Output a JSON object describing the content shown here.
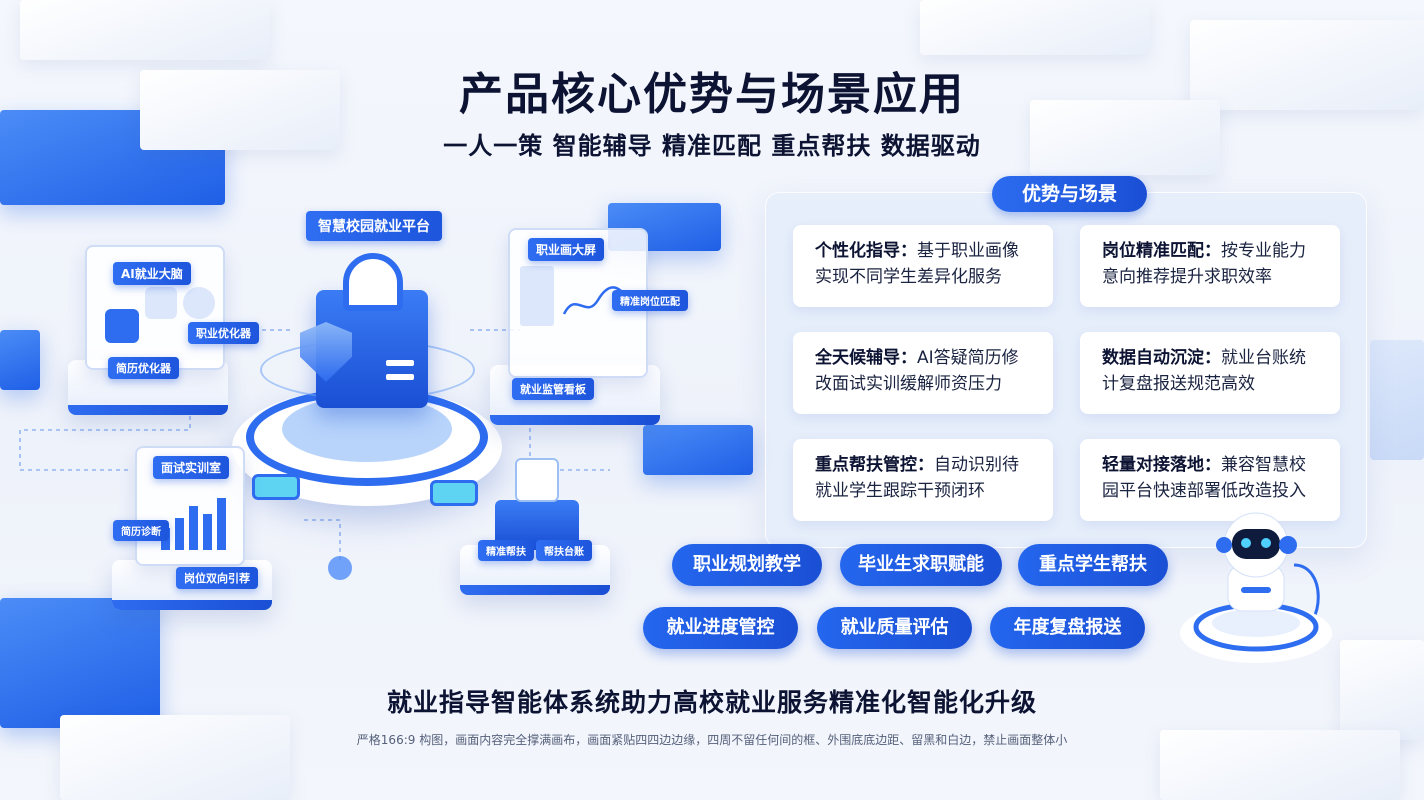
{
  "title": "产品核心优势与场景应用",
  "subtitle": "一人一策 智能辅导 精准匹配 重点帮扶 数据驱动",
  "panel": {
    "tag": "优势与场景",
    "cards": [
      {
        "title": "个性化指导：",
        "text_1": "基于职业画像",
        "text_2": "实现不同学生差异化服务"
      },
      {
        "title": "岗位精准匹配：",
        "text_1": "按专业能力",
        "text_2": "意向推荐提升求职效率"
      },
      {
        "title": "全天候辅导：",
        "text_1": "AI答疑简历修",
        "text_2": "改面试实训缓解师资压力"
      },
      {
        "title": "数据自动沉淀：",
        "text_1": "就业台账统",
        "text_2": "计复盘报送规范高效"
      },
      {
        "title": "重点帮扶管控：",
        "text_1": "自动识别待",
        "text_2": "就业学生跟踪干预闭环"
      },
      {
        "title": "轻量对接落地：",
        "text_1": "兼容智慧校",
        "text_2": "园平台快速部署低改造投入"
      }
    ]
  },
  "scenes": [
    "职业规划教学",
    "毕业生求职赋能",
    "重点学生帮扶",
    "就业进度管控",
    "就业质量评估",
    "年度复盘报送"
  ],
  "illustration": {
    "platform_label": "智慧校园就业平台",
    "left_card_label": "AI就业大脑",
    "left_tag_1": "职业优化器",
    "left_tag_2": "简历优化器",
    "right_card_label": "职业画大屏",
    "right_tag_1": "精准岗位匹配",
    "right_tag_2": "就业监管看板",
    "bottom_left_label": "面试实训室",
    "bottom_left_tag_1": "简历诊断",
    "bottom_left_tag_2": "岗位双向引荐",
    "bottom_right_tag_1": "精准帮扶",
    "bottom_right_tag_2": "帮扶台账"
  },
  "footer": {
    "main": "就业指导智能体系统助力高校就业服务精准化智能化升级",
    "note": "严格166:9 构图，画面内容完全撑满画布，画面紧贴四四边边缘，四周不留任何间的框、外围底底边距、留黑和白边，禁止画面整体小"
  },
  "colors": {
    "primary": "#1a4fd4",
    "accent": "#2e6cf0",
    "background": "#f1f5fc"
  }
}
